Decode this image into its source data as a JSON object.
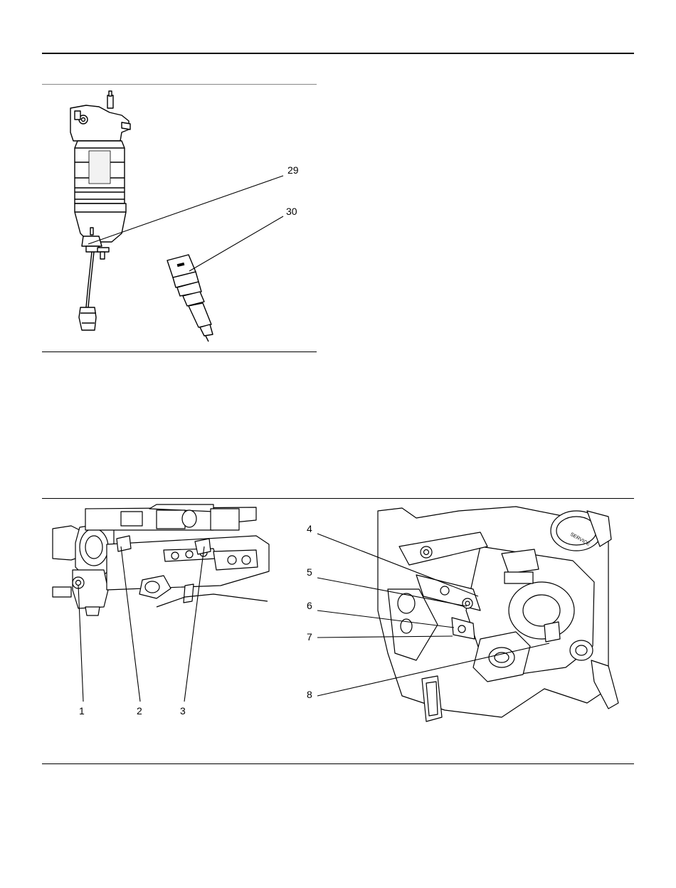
{
  "figure_top": {
    "callouts": {
      "c29": "29",
      "c30": "30"
    }
  },
  "figure_bottom_left": {
    "callouts": {
      "c1": "1",
      "c2": "2",
      "c3": "3"
    }
  },
  "figure_bottom_right": {
    "callouts": {
      "c4": "4",
      "c5": "5",
      "c6": "6",
      "c7": "7",
      "c8": "8"
    },
    "cover_text": "SERVICE"
  }
}
